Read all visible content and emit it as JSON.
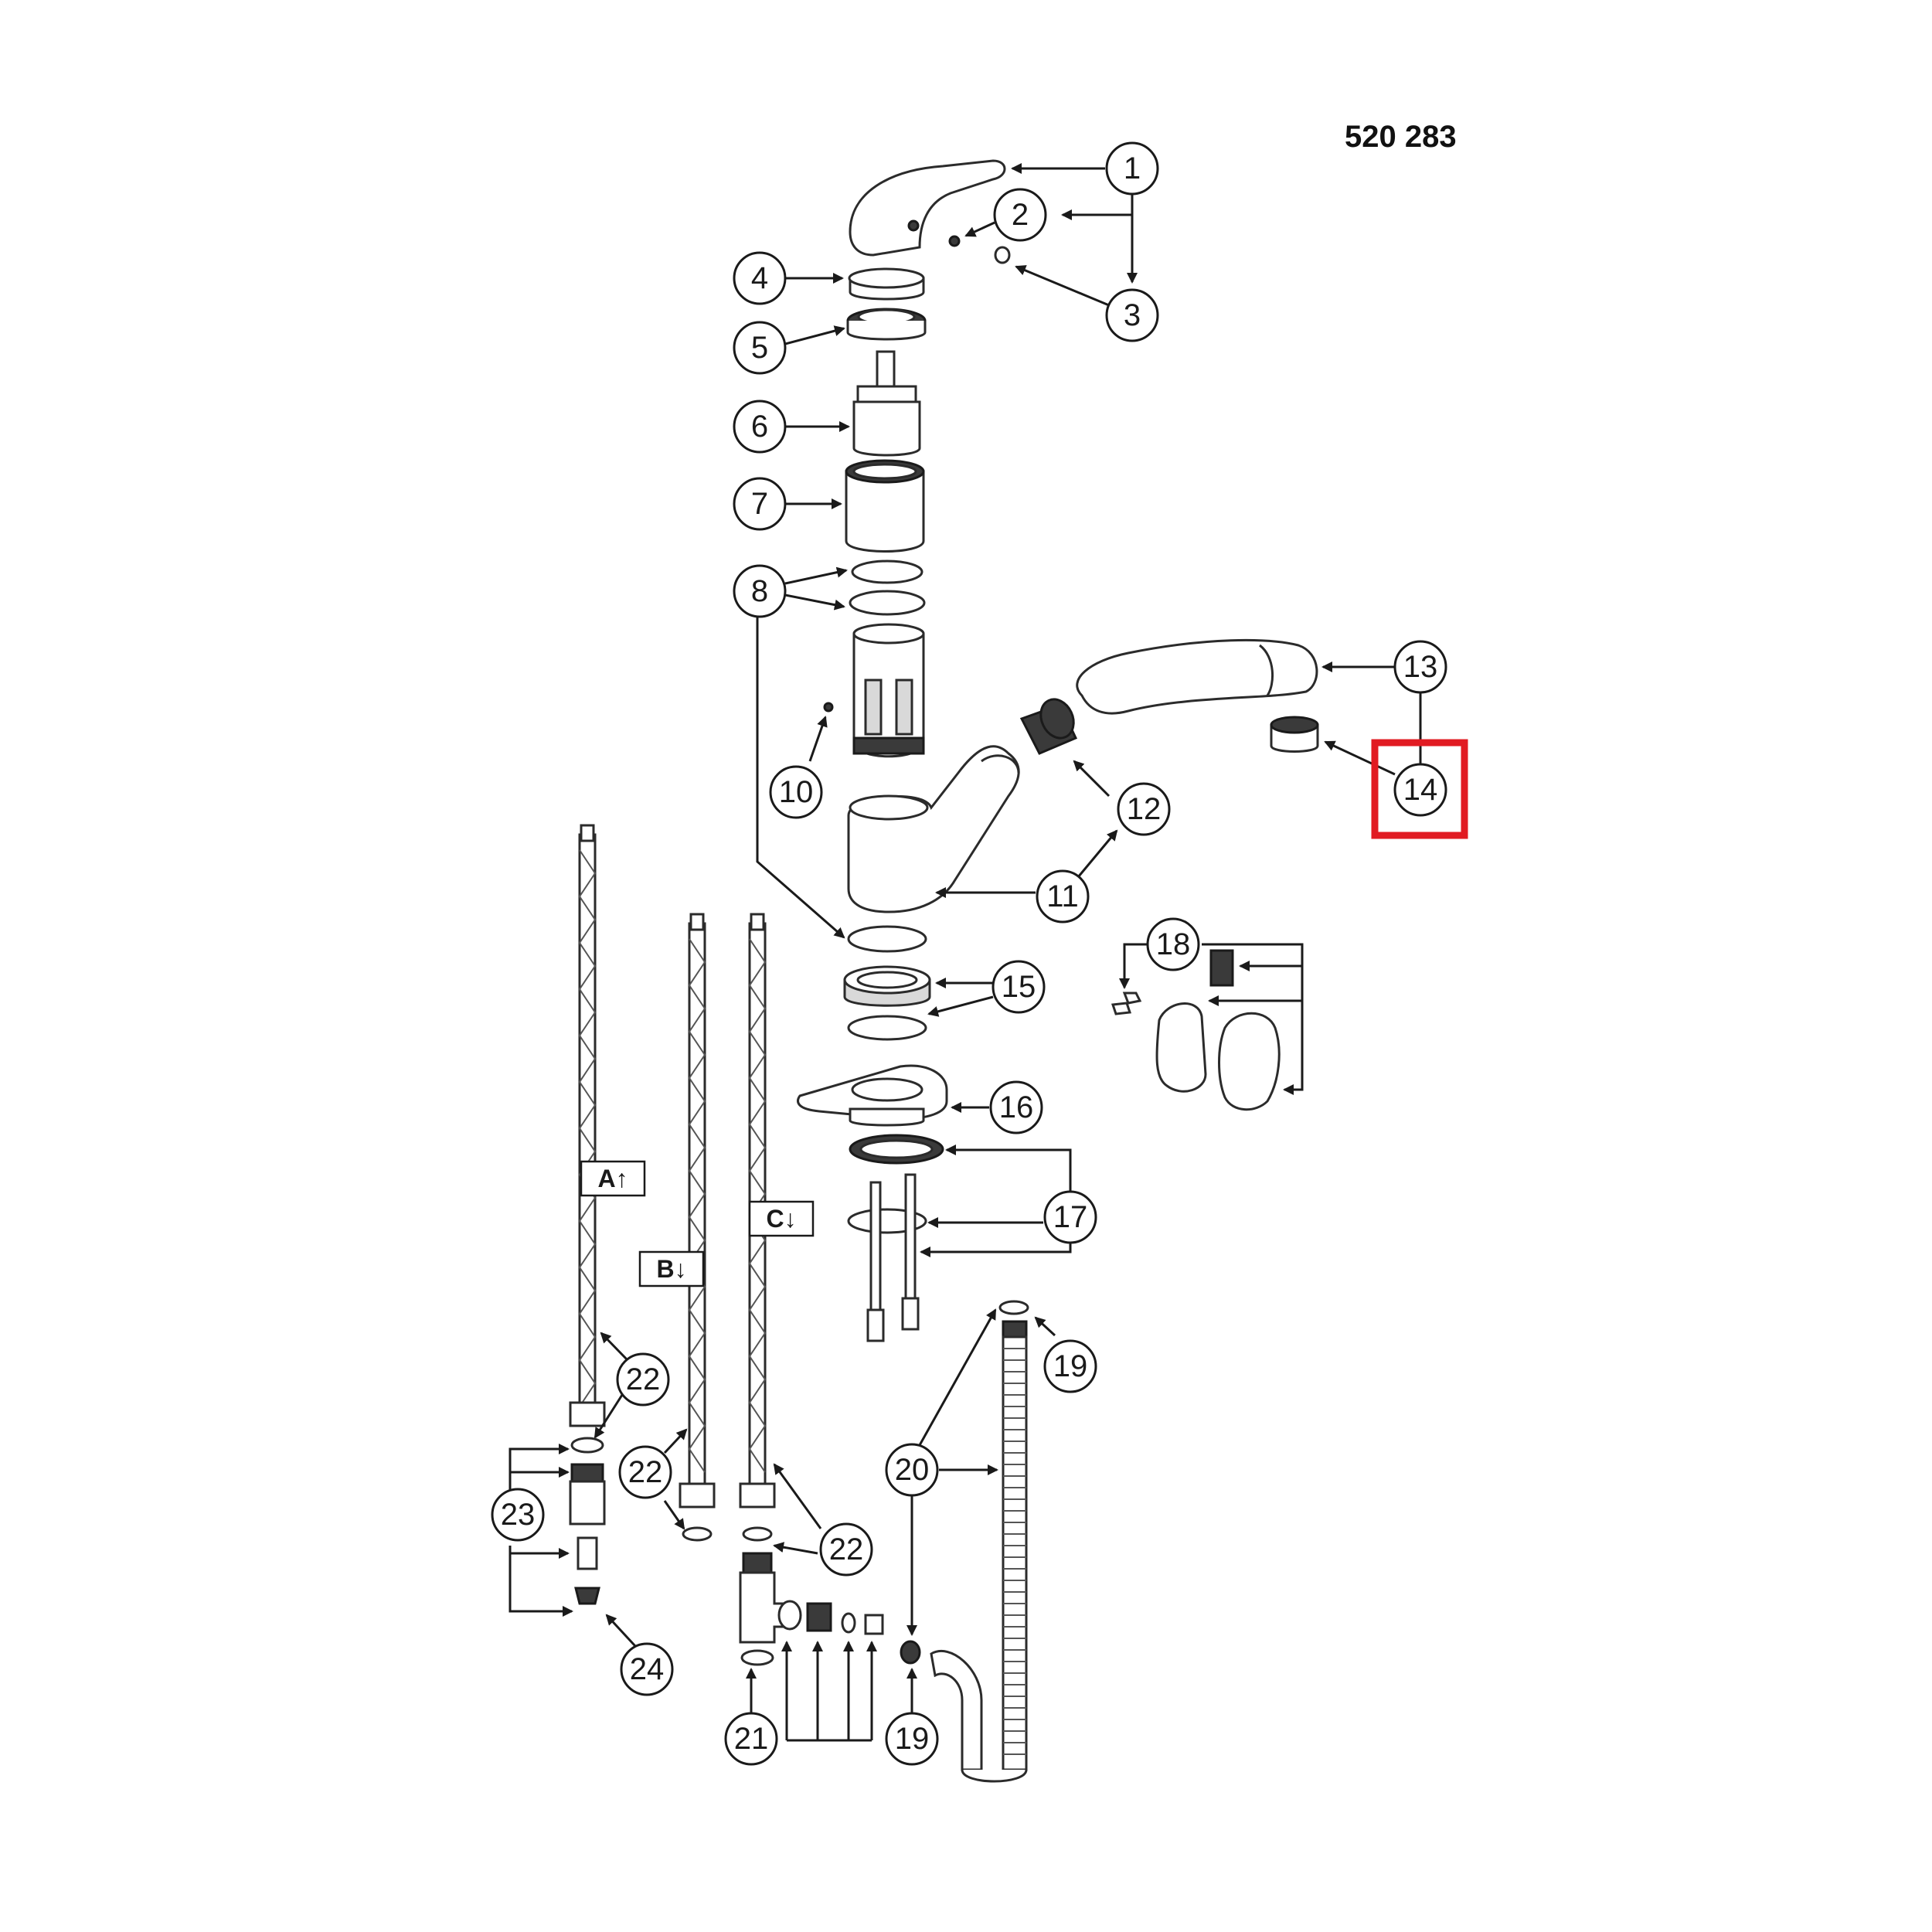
{
  "document_number": "520 283",
  "highlight_color": "#e11b22",
  "highlighted_callout": "14",
  "hose_tags": [
    "A↑",
    "B↓",
    "C↓"
  ],
  "callouts": [
    "1",
    "2",
    "3",
    "4",
    "5",
    "6",
    "7",
    "8",
    "10",
    "11",
    "12",
    "13",
    "14",
    "15",
    "16",
    "17",
    "18",
    "19",
    "19",
    "20",
    "21",
    "22",
    "22",
    "22",
    "23",
    "24"
  ]
}
